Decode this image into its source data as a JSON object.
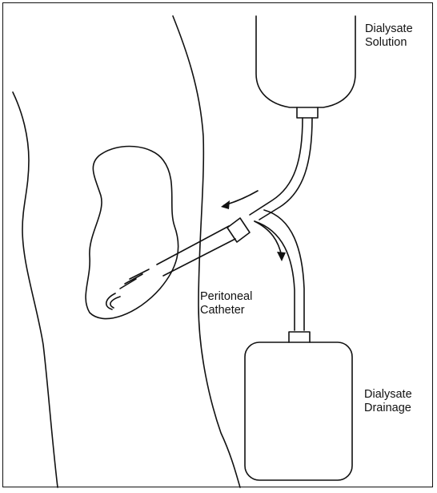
{
  "labels": {
    "dialysate_solution": [
      "Dialysate",
      "Solution"
    ],
    "peritoneal_catheter": [
      "Peritoneal",
      "Catheter"
    ],
    "dialysate_drainage": [
      "Dialysate",
      "Drainage"
    ]
  },
  "colors": {
    "stroke": "#111111",
    "background": "#ffffff"
  }
}
